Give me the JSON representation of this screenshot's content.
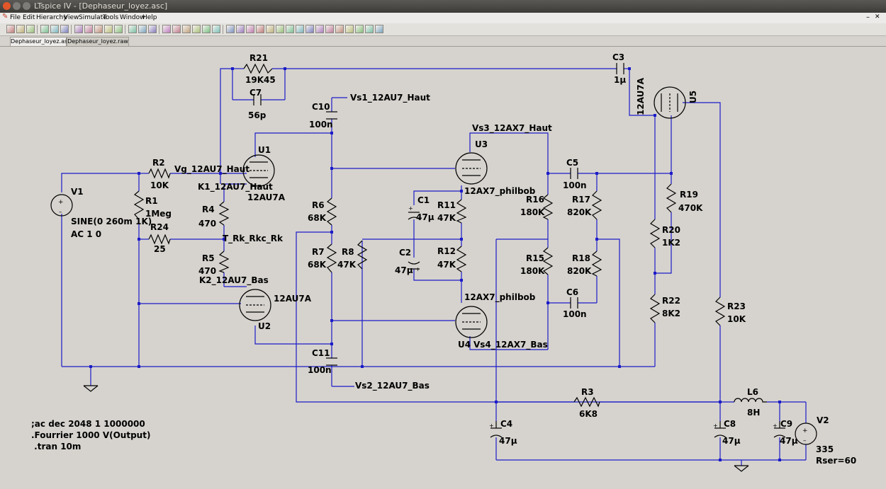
{
  "window": {
    "title": "LTspice IV - [Dephaseur_loyez.asc]"
  },
  "menu": [
    "File",
    "Edit",
    "Hierarchy",
    "View",
    "Simulate",
    "Tools",
    "Window",
    "Help"
  ],
  "tabs": [
    {
      "label": "Dephaseur_loyez.asc",
      "active": true
    },
    {
      "label": "Dephaseur_loyez.raw",
      "active": false
    }
  ],
  "toolbar_icons": [
    "new-schematic-icon",
    "open-icon",
    "save-icon",
    "control-panel-icon",
    "run-icon",
    "halt-icon",
    "zoom-in-icon",
    "pan-icon",
    "zoom-out-icon",
    "zoom-fit-icon",
    "cancel-zoom-icon",
    "tile-icon",
    "cascade-icon",
    "close-icon",
    "print-icon",
    "print-preview-icon",
    "cut-icon",
    "copy-icon",
    "paste-icon",
    "find-icon",
    "wire-icon",
    "ground-icon",
    "label-icon",
    "resistor-icon",
    "capacitor-icon",
    "inductor-icon",
    "diode-icon",
    "component-icon",
    "move-icon",
    "drag-icon",
    "undo-icon",
    "redo-icon",
    "rotate-icon",
    "mirror-icon",
    "text-icon",
    "spice-directive-icon"
  ],
  "schematic": {
    "labels": {
      "r21": "R21",
      "r21v": "19K45",
      "c7": "C7",
      "c7v": "56p",
      "c3": "C3",
      "c3v": "1µ",
      "u5": "U5",
      "u5m": "12AU7A",
      "c10": "C10",
      "c10v": "100n",
      "vs1": "Vs1_12AU7_Haut",
      "u1": "U1",
      "u1m": "12AU7A",
      "vg": "Vg_12AU7_Haut",
      "k1": "K1_12AU7_Haut",
      "r2": "R2",
      "r2v": "10K",
      "v1": "V1",
      "v1s": "SINE(0 260m 1K)",
      "v1ac": "AC 1 0",
      "r1": "R1",
      "r1v": "1Meg",
      "r24": "R24",
      "r24v": "25",
      "r4": "R4",
      "r4v": "470",
      "trk": "T_Rk_Rkc_Rk",
      "r5": "R5",
      "r5v": "470",
      "k2": "K2_12AU7_Bas",
      "u2": "U2",
      "u2m": "12AU7A",
      "r6": "R6",
      "r6v": "68K",
      "r7": "R7",
      "r7v": "68K",
      "r8": "R8",
      "r8v": "47K",
      "c11": "C11",
      "c11v": "100n",
      "vs2": "Vs2_12AU7_Bas",
      "vs3": "Vs3_12AX7_Haut",
      "u3": "U3",
      "u3m": "12AX7_philbob",
      "c1": "C1",
      "c1v": "47µ",
      "r11": "R11",
      "r11v": "47K",
      "c2": "C2",
      "c2v": "47µ",
      "r12": "R12",
      "r12v": "47K",
      "u4m": "12AX7_philbob",
      "u4": "U4",
      "vs4": "Vs4_12AX7_Bas",
      "c5": "C5",
      "c5v": "100n",
      "r16": "R16",
      "r16v": "180K",
      "r17": "R17",
      "r17v": "820K",
      "r15": "R15",
      "r15v": "180K",
      "r18": "R18",
      "r18v": "820K",
      "c6": "C6",
      "c6v": "100n",
      "r19": "R19",
      "r19v": "470K",
      "r20": "R20",
      "r20v": "1K2",
      "r22": "R22",
      "r22v": "8K2",
      "r23": "R23",
      "r23v": "10K",
      "r3": "R3",
      "r3v": "6K8",
      "l6": "L6",
      "l6v": "8H",
      "c4": "C4",
      "c4v": "47µ",
      "c8": "C8",
      "c8v": "47µ",
      "c9": "C9",
      "c9v": "47µ",
      "v2": "V2",
      "v2v": "335",
      "v2r": "Rser=60"
    },
    "directives": [
      ";ac dec 2048 1 1000000",
      ".Fourrier 1000 V(Output)",
      " .tran 10m"
    ]
  },
  "colors": {
    "wire": "#1c1cc8",
    "background": "#d6d3ce",
    "component": "#000000"
  }
}
